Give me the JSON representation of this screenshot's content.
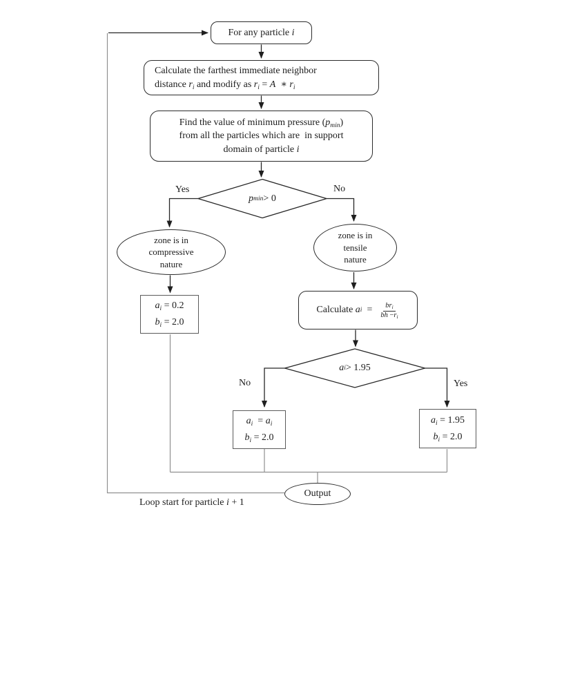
{
  "diagram": {
    "colors": {
      "line": "#262626",
      "connector": "#8f8f8f",
      "text": "#1c1c1c",
      "background": "#ffffff"
    },
    "nodes": {
      "start": {
        "prefix": "For any particle ",
        "var": "i"
      },
      "calc_r": {
        "line1": "Calculate the farthest immediate neighbor",
        "line2": [
          "distance ",
          "r",
          "i",
          " and modify as ",
          "r",
          "i",
          " = ",
          "A",
          "  ∗ ",
          "r",
          "i"
        ]
      },
      "find_p": {
        "line1": [
          "Find the value of minimum pressure (",
          "p",
          "min",
          ")"
        ],
        "line2": "from all the particles which are  in support",
        "line3": [
          "domain of particle ",
          "i"
        ]
      },
      "decision_pmin": {
        "var": "p",
        "sub": "min",
        "rest": " > 0"
      },
      "label_yes1": "Yes",
      "label_no1": "No",
      "zone_compressive": [
        "zone is in",
        "compressive",
        "nature"
      ],
      "zone_tensile": [
        "zone is in",
        "tensile",
        "nature"
      ],
      "set_compressive": {
        "line1": [
          "a",
          "i",
          " = 0.2"
        ],
        "line2": [
          "b",
          "i",
          " = 2.0"
        ]
      },
      "calc_a": {
        "prefix": "Calculate ",
        "var": "a",
        "sub": "i",
        "eq": "  =  ",
        "num_main": "br",
        "num_sub": "i",
        "den_a": "bh",
        "den_minus": " −",
        "den_var": "r",
        "den_sub": "i"
      },
      "decision_ai": {
        "var": "a",
        "sub": "i",
        "rest": " > 1.95"
      },
      "label_no2": "No",
      "label_yes2": "Yes",
      "set_keep": {
        "line1": [
          "a",
          "i",
          "  = ",
          "a",
          "i"
        ],
        "line2": [
          "b",
          "i",
          " = 2.0"
        ]
      },
      "set_cap": {
        "line1": [
          "a",
          "i",
          " = 1.95"
        ],
        "line2": [
          "b",
          "i",
          " = 2.0"
        ]
      },
      "output": "Output",
      "loop_label": [
        "Loop start for particle ",
        "i",
        " + 1"
      ]
    }
  }
}
